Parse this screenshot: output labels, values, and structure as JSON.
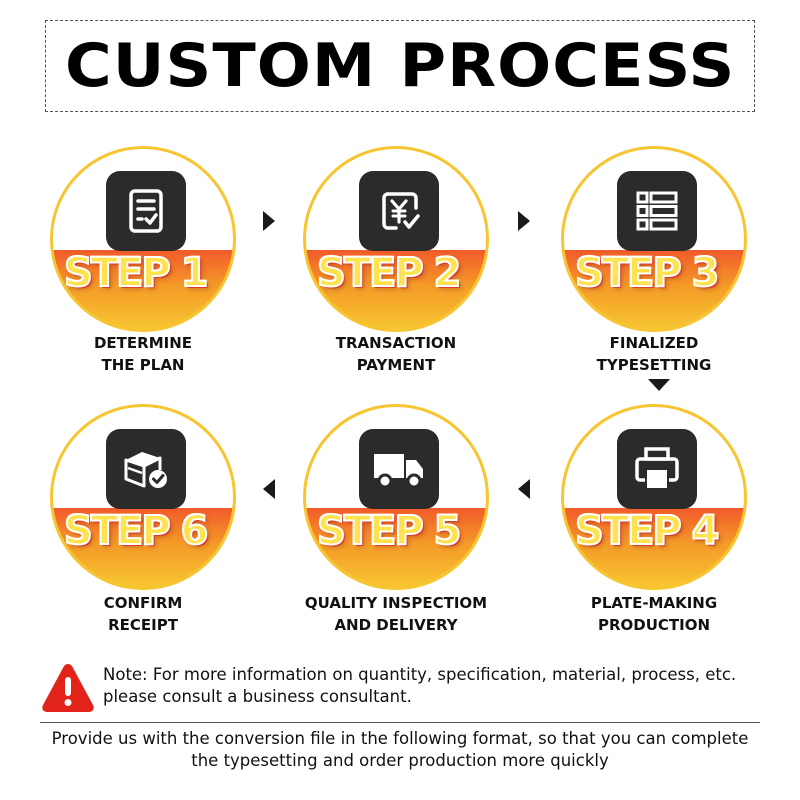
{
  "title": "CUSTOM PROCESS",
  "steps": [
    {
      "label": "STEP 1",
      "caption_line1": "DETERMINE",
      "caption_line2": "THE PLAN",
      "icon": "document-check-icon"
    },
    {
      "label": "STEP 2",
      "caption_line1": "TRANSACTION",
      "caption_line2": "PAYMENT",
      "icon": "yen-payment-icon"
    },
    {
      "label": "STEP 3",
      "caption_line1": "FINALIZED",
      "caption_line2": "TYPESETTING",
      "icon": "layout-list-icon"
    },
    {
      "label": "STEP 4",
      "caption_line1": "PLATE-MAKING",
      "caption_line2": "PRODUCTION",
      "icon": "printer-icon"
    },
    {
      "label": "STEP 5",
      "caption_line1": "QUALITY INSPECTIOM",
      "caption_line2": "AND DELIVERY",
      "icon": "delivery-truck-icon"
    },
    {
      "label": "STEP 6",
      "caption_line1": "CONFIRM",
      "caption_line2": "RECEIPT",
      "icon": "package-check-icon"
    }
  ],
  "note": {
    "line1": "Note: For more information on quantity, specification, material, process, etc.",
    "line2": "please consult a business consultant."
  },
  "footer": {
    "line1": "Provide us with the conversion file in the following format, so that you can complete",
    "line2": "the typesetting and order production more quickly"
  },
  "colors": {
    "accent_red": "#f25a2a",
    "accent_orange": "#f49a28",
    "accent_yellow": "#f7c531",
    "icon_tile": "#2b2b2b",
    "warning_red": "#e2231a"
  }
}
